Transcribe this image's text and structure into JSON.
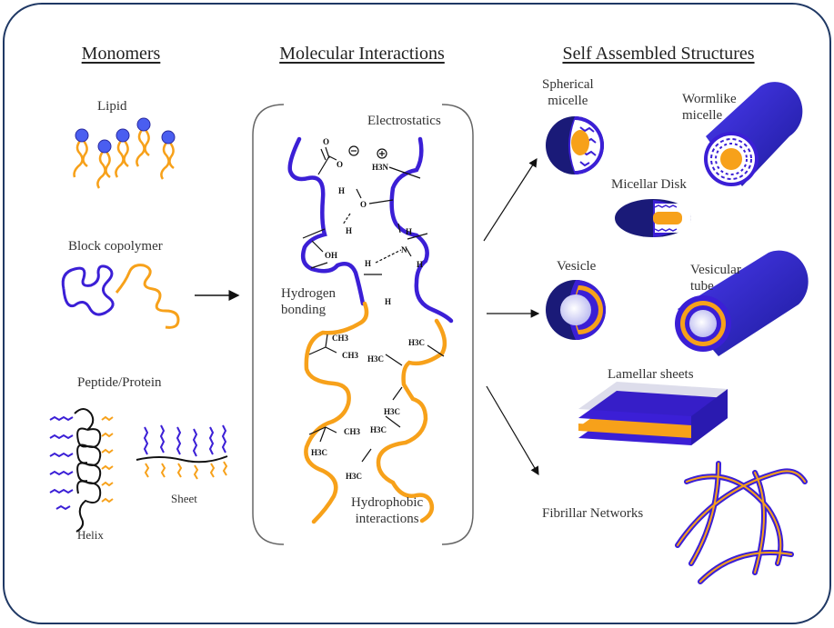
{
  "headings": {
    "monomers": "Monomers",
    "interactions": "Molecular Interactions",
    "structures": "Self Assembled Structures"
  },
  "monomers": {
    "lipid": "Lipid",
    "block_copolymer": "Block copolymer",
    "peptide_protein": "Peptide/Protein",
    "sheet": "Sheet",
    "helix": "Helix"
  },
  "interactions": {
    "electrostatics": "Electrostatics",
    "hydrogen_bonding_1": "Hydrogen",
    "hydrogen_bonding_2": "bonding",
    "hydrophobic_1": "Hydrophobic",
    "hydrophobic_2": "interactions",
    "chem_labels": [
      "O",
      "O",
      "H3N",
      "H",
      "O",
      "H",
      "OH",
      "H",
      "N",
      "H",
      "H",
      "H",
      "CH3",
      "CH3",
      "H3C",
      "H3C",
      "H3C",
      "CH3",
      "H3C",
      "H3C",
      "H3C"
    ]
  },
  "structures": {
    "spherical_1": "Spherical",
    "spherical_2": "micelle",
    "wormlike_1": "Wormlike",
    "wormlike_2": "micelle",
    "disk": "Micellar Disk",
    "vesicle": "Vesicle",
    "tube_1": "Vesicular",
    "tube_2": "tube",
    "lamellar": "Lamellar sheets",
    "fibrillar": "Fibrillar Networks"
  },
  "colors": {
    "hydrophilic": "#3b1fd6",
    "hydrophobic": "#f7a11a",
    "shell_dark": "#1a1a78",
    "frame": "#1f3864"
  }
}
